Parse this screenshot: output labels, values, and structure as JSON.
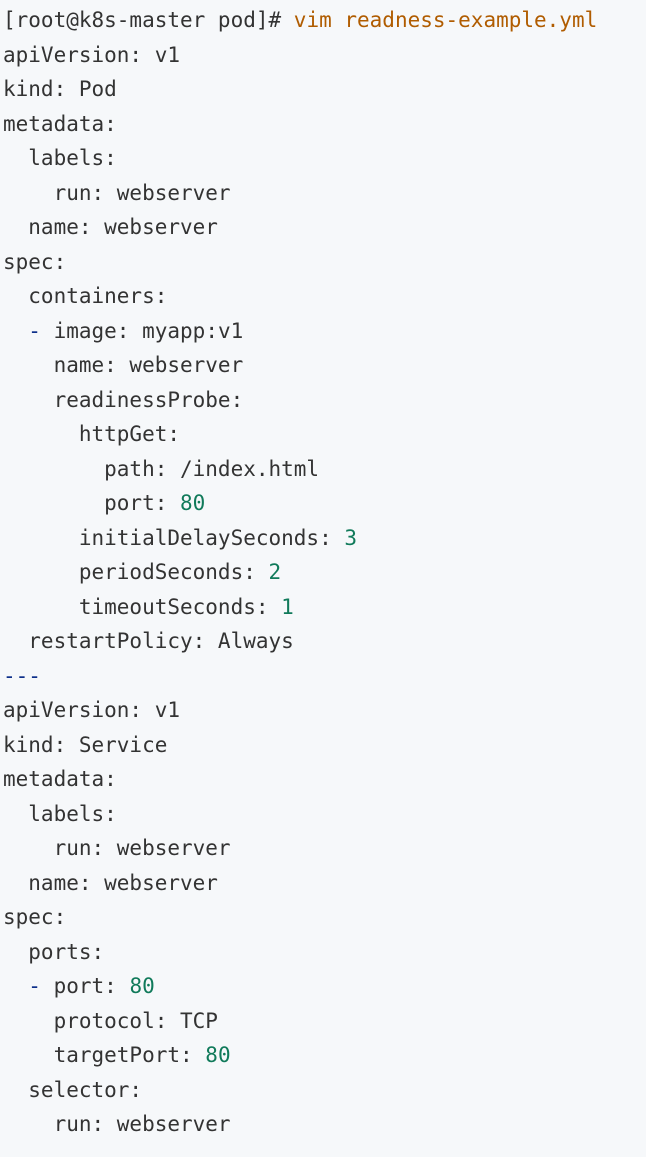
{
  "terminal": {
    "prompt": "[root@k8s-master pod]# ",
    "command": "vim readness-example.yml"
  },
  "lines": [
    {
      "kind": "prompt"
    },
    {
      "parts": [
        {
          "t": "apiVersion: v1",
          "c": "plain"
        }
      ]
    },
    {
      "parts": [
        {
          "t": "kind: Pod",
          "c": "plain"
        }
      ]
    },
    {
      "parts": [
        {
          "t": "metadata:",
          "c": "plain"
        }
      ]
    },
    {
      "parts": [
        {
          "t": "  labels:",
          "c": "plain"
        }
      ]
    },
    {
      "parts": [
        {
          "t": "    run: webserver",
          "c": "plain"
        }
      ]
    },
    {
      "parts": [
        {
          "t": "  name: webserver",
          "c": "plain"
        }
      ]
    },
    {
      "parts": [
        {
          "t": "spec:",
          "c": "plain"
        }
      ]
    },
    {
      "parts": [
        {
          "t": "  containers:",
          "c": "plain"
        }
      ]
    },
    {
      "parts": [
        {
          "t": "  ",
          "c": "plain"
        },
        {
          "t": "-",
          "c": "dash"
        },
        {
          "t": " image: myapp:v1",
          "c": "plain"
        }
      ]
    },
    {
      "parts": [
        {
          "t": "    name: webserver",
          "c": "plain"
        }
      ]
    },
    {
      "parts": [
        {
          "t": "    readinessProbe:",
          "c": "plain"
        }
      ]
    },
    {
      "parts": [
        {
          "t": "      httpGet:",
          "c": "plain"
        }
      ]
    },
    {
      "parts": [
        {
          "t": "        path: /index.html",
          "c": "plain"
        }
      ]
    },
    {
      "parts": [
        {
          "t": "        port: ",
          "c": "plain"
        },
        {
          "t": "80",
          "c": "num"
        }
      ]
    },
    {
      "parts": [
        {
          "t": "      initialDelaySeconds: ",
          "c": "plain"
        },
        {
          "t": "3",
          "c": "num"
        }
      ]
    },
    {
      "parts": [
        {
          "t": "      periodSeconds: ",
          "c": "plain"
        },
        {
          "t": "2",
          "c": "num"
        }
      ]
    },
    {
      "parts": [
        {
          "t": "      timeoutSeconds: ",
          "c": "plain"
        },
        {
          "t": "1",
          "c": "num"
        }
      ]
    },
    {
      "parts": [
        {
          "t": "  restartPolicy: Always",
          "c": "plain"
        }
      ]
    },
    {
      "parts": [
        {
          "t": "---",
          "c": "sep"
        }
      ]
    },
    {
      "parts": [
        {
          "t": "apiVersion: v1",
          "c": "plain"
        }
      ]
    },
    {
      "parts": [
        {
          "t": "kind: Service",
          "c": "plain"
        }
      ]
    },
    {
      "parts": [
        {
          "t": "metadata:",
          "c": "plain"
        }
      ]
    },
    {
      "parts": [
        {
          "t": "  labels:",
          "c": "plain"
        }
      ]
    },
    {
      "parts": [
        {
          "t": "    run: webserver",
          "c": "plain"
        }
      ]
    },
    {
      "parts": [
        {
          "t": "  name: webserver",
          "c": "plain"
        }
      ]
    },
    {
      "parts": [
        {
          "t": "spec:",
          "c": "plain"
        }
      ]
    },
    {
      "parts": [
        {
          "t": "  ports:",
          "c": "plain"
        }
      ]
    },
    {
      "parts": [
        {
          "t": "  ",
          "c": "plain"
        },
        {
          "t": "-",
          "c": "dash"
        },
        {
          "t": " port: ",
          "c": "plain"
        },
        {
          "t": "80",
          "c": "num"
        }
      ]
    },
    {
      "parts": [
        {
          "t": "    protocol: TCP",
          "c": "plain"
        }
      ]
    },
    {
      "parts": [
        {
          "t": "    targetPort: ",
          "c": "plain"
        },
        {
          "t": "80",
          "c": "num"
        }
      ]
    },
    {
      "parts": [
        {
          "t": "  selector:",
          "c": "plain"
        }
      ]
    },
    {
      "parts": [
        {
          "t": "    run: webserver",
          "c": "plain"
        }
      ]
    }
  ],
  "colors": {
    "background": "#f6f8fa",
    "text": "#333333",
    "command": "#b05c00",
    "number": "#107a5a",
    "list_dash": "#0d2f8a",
    "document_separator": "#0d2f8a"
  }
}
